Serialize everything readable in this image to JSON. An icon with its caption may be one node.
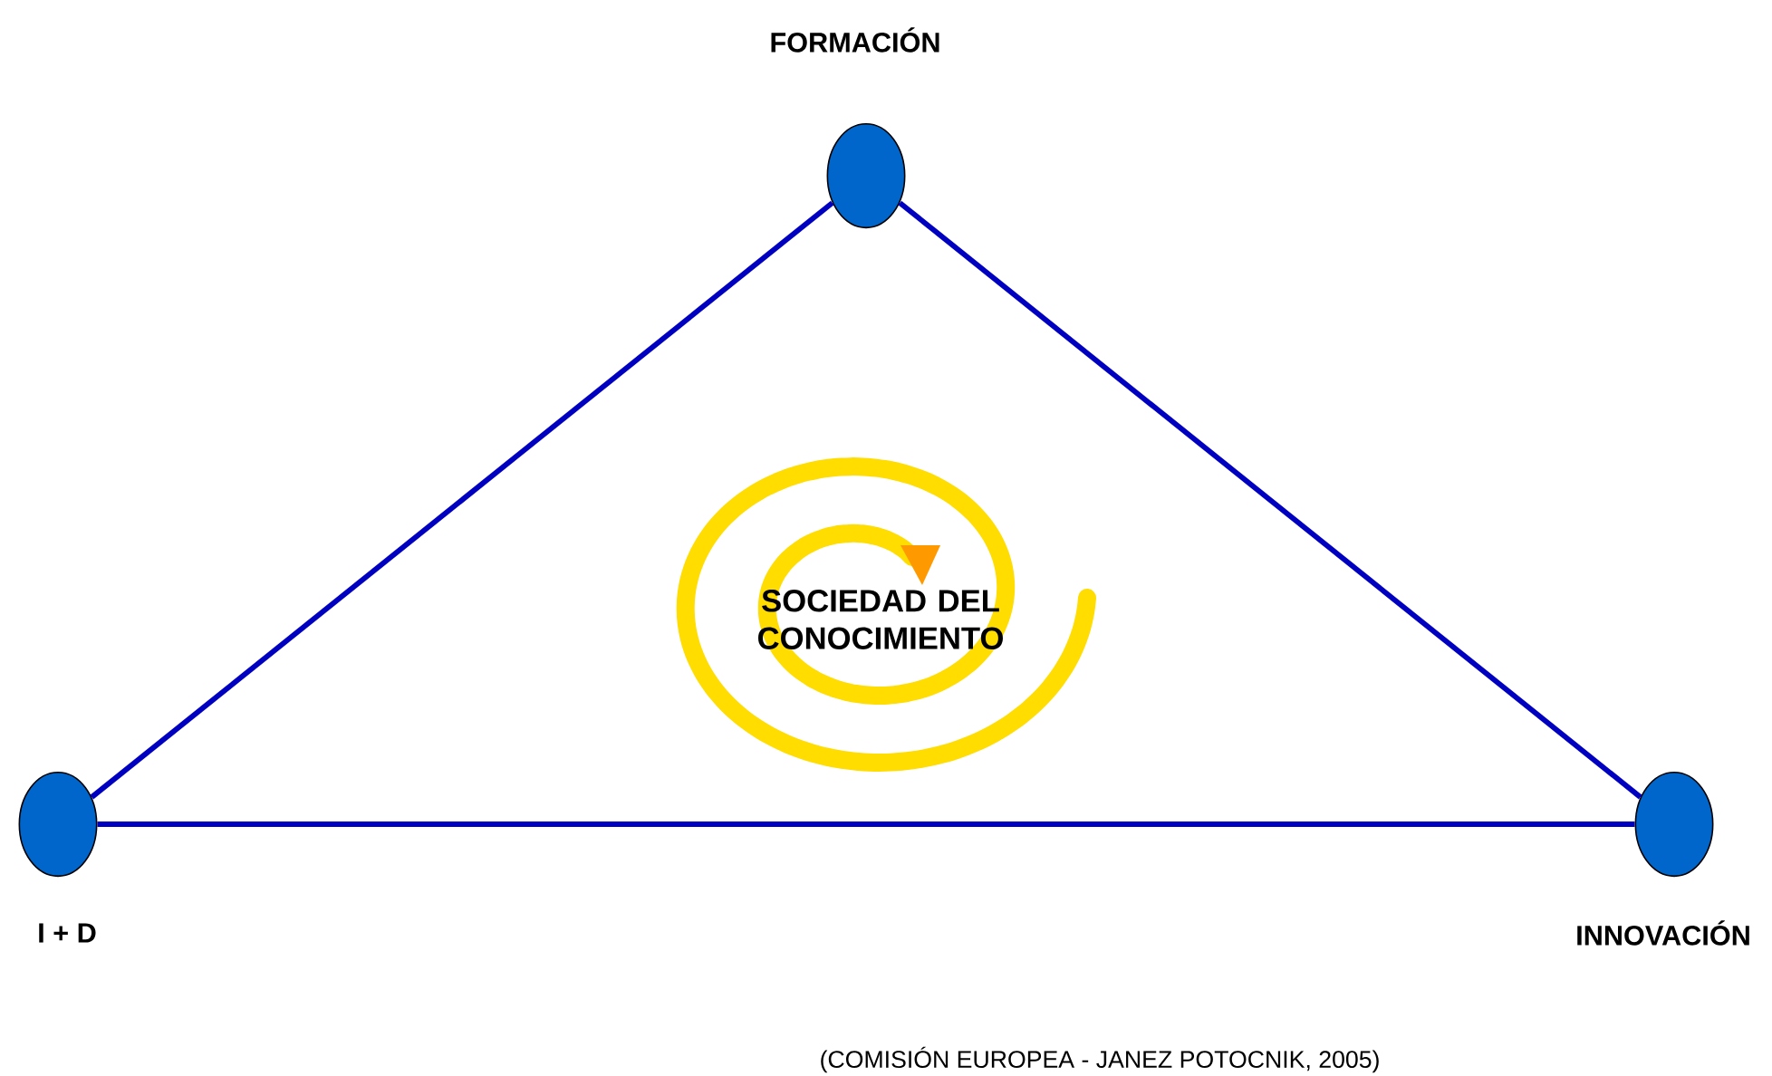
{
  "diagram": {
    "caption": "(COMISIÓN EUROPEA  - JANEZ POTOCNIK, 2005)",
    "nodes": [
      {
        "text": [],
        "shape": "circle",
        "beside": [
          "FORMACIÓN"
        ]
      },
      {
        "text": [],
        "shape": "circle",
        "beside": [
          "I + D"
        ]
      },
      {
        "text": [],
        "shape": "circle",
        "beside": [
          "INNOVACIÓN"
        ]
      }
    ],
    "edges": [
      {
        "from": 0,
        "to": 1,
        "arrow": "none"
      },
      {
        "from": 0,
        "to": 2,
        "arrow": "none"
      },
      {
        "from": 1,
        "to": 2,
        "arrow": "none"
      }
    ],
    "labels": [
      "SOCIEDAD DEL CONOCIMIENTO"
    ]
  }
}
